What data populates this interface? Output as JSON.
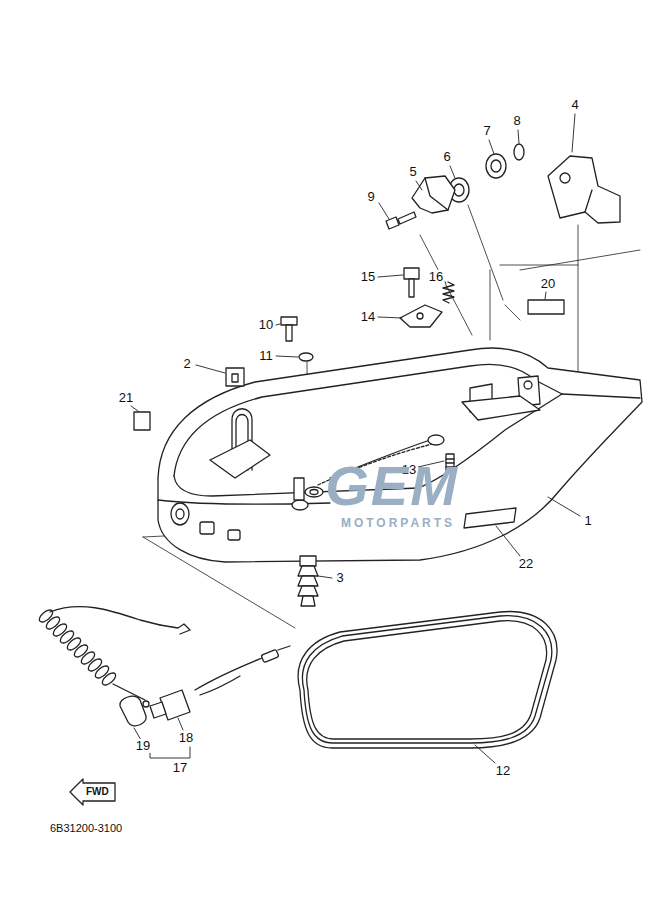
{
  "diagram": {
    "nodes": [
      {
        "text": [
          "FWD"
        ]
      }
    ],
    "labels": [
      "4",
      "8",
      "7",
      "6",
      "5",
      "9",
      "15",
      "16",
      "20",
      "14",
      "10",
      "11",
      "2",
      "21",
      "13",
      "1",
      "22",
      "3",
      "12",
      "18",
      "19",
      "17",
      "6B31200-3100",
      "GEM",
      "MOTORPARTS"
    ]
  }
}
